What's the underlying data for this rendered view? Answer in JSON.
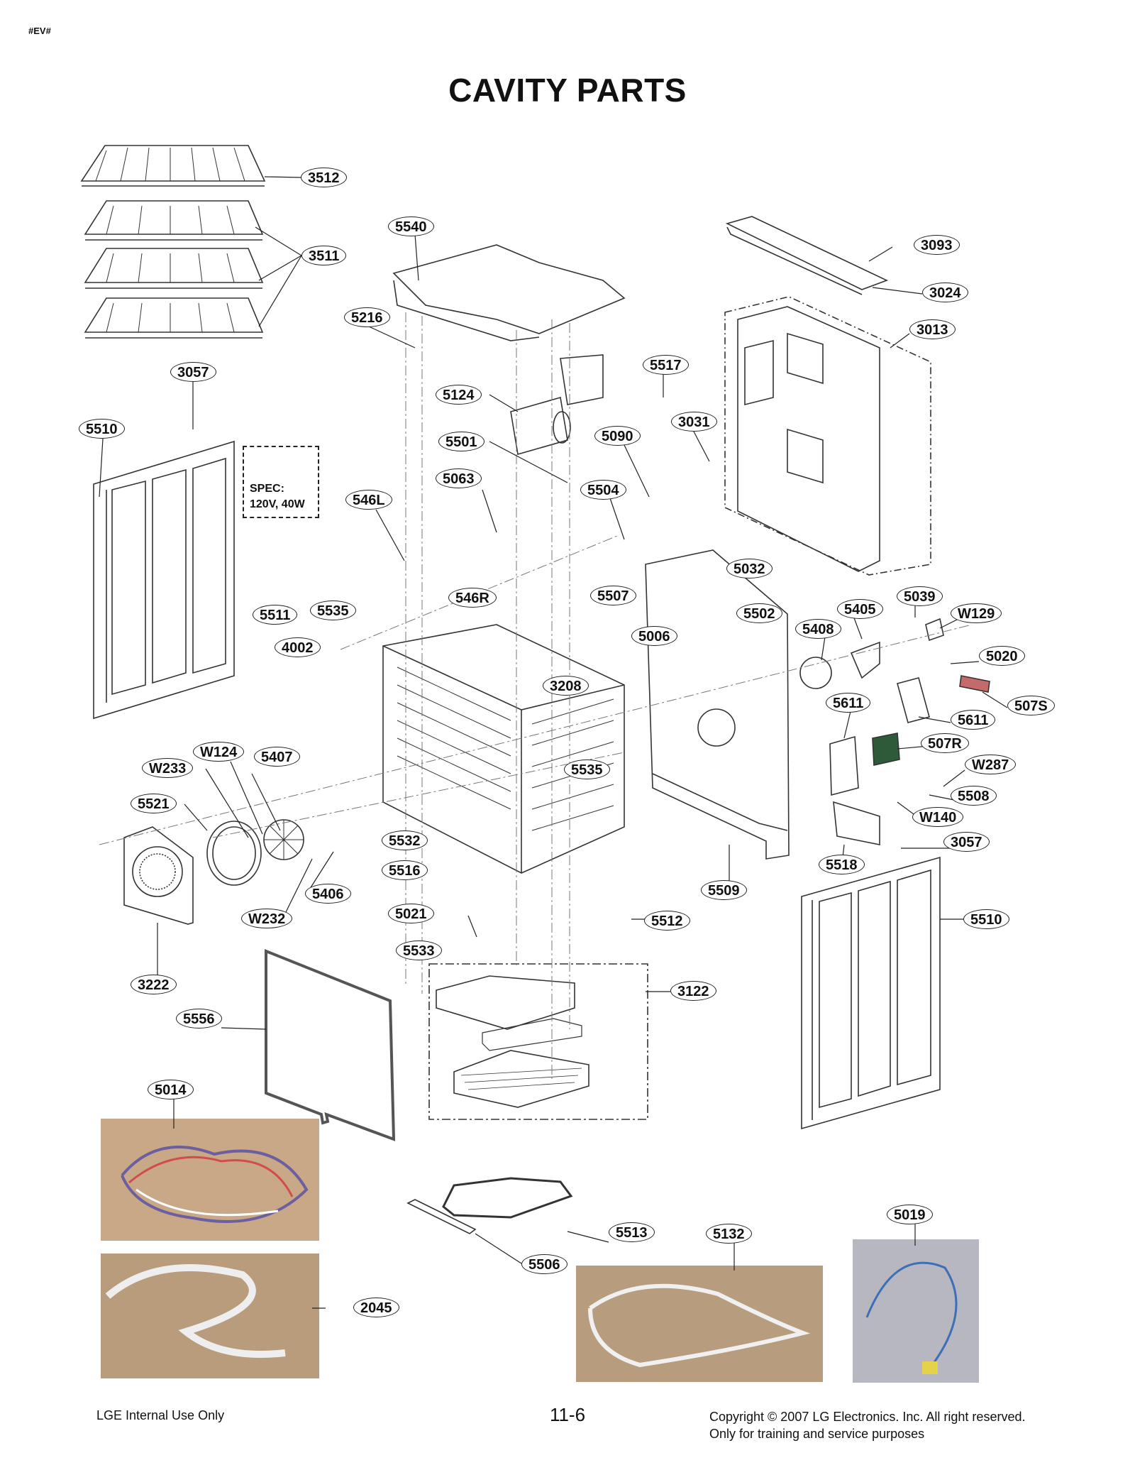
{
  "header": {
    "tag": "#EV#",
    "title": "CAVITY PARTS"
  },
  "spec": {
    "line1": "SPEC:",
    "line2": "120V, 40W"
  },
  "callouts": [
    "3512",
    "3511",
    "5540",
    "5216",
    "3057",
    "5510",
    "5124",
    "5501",
    "5063",
    "546L",
    "5511",
    "5535",
    "4002",
    "546R",
    "5507",
    "5006",
    "3208",
    "5517",
    "5090",
    "3031",
    "5504",
    "5032",
    "5502",
    "3093",
    "3024",
    "3013",
    "5405",
    "5039",
    "W129",
    "5408",
    "5020",
    "507S",
    "5611",
    "5611",
    "507R",
    "W287",
    "5508",
    "W140",
    "3057",
    "5518",
    "5535",
    "W124",
    "5407",
    "W233",
    "5521",
    "5532",
    "5516",
    "5406",
    "W232",
    "5021",
    "5533",
    "5512",
    "5509",
    "3222",
    "5556",
    "3122",
    "5510",
    "5014",
    "5513",
    "5506",
    "5132",
    "5019",
    "2045"
  ],
  "footer": {
    "left": "LGE Internal Use Only",
    "page": "11-6",
    "right_line1": "Copyright © 2007 LG Electronics. Inc. All right reserved.",
    "right_line2": "Only for training and service purposes"
  }
}
